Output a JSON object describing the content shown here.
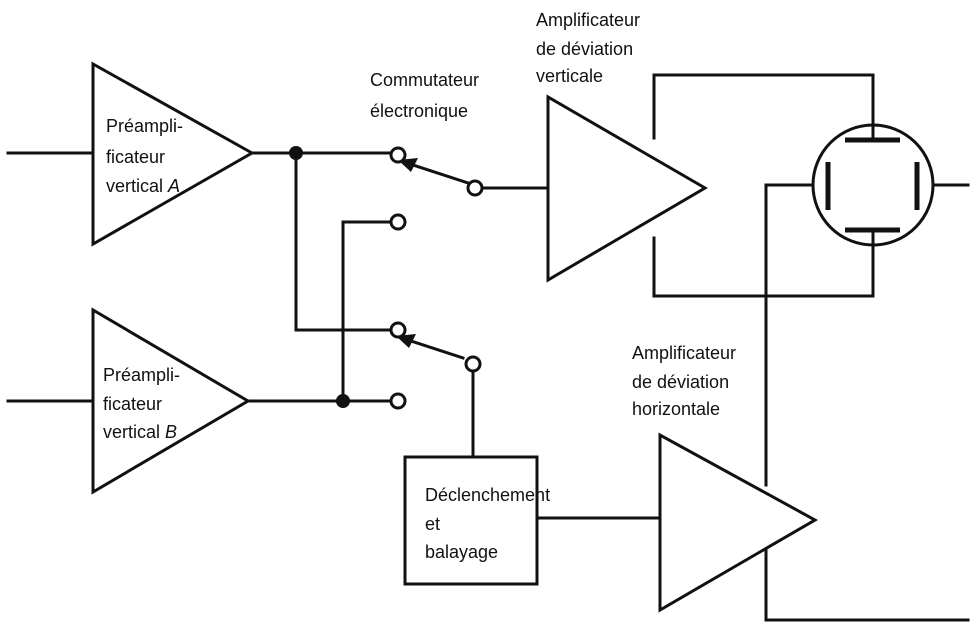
{
  "labels": {
    "preamp_a": [
      "Préampli-",
      "ficateur",
      "vertical "
    ],
    "preamp_a_letter": "A",
    "preamp_b": [
      "Préampli-",
      "ficateur",
      "vertical "
    ],
    "preamp_b_letter": "B",
    "switch": [
      "Commutateur",
      "électronique"
    ],
    "vert_amp": [
      "Amplificateur",
      "de déviation",
      "verticale"
    ],
    "horiz_amp": [
      "Amplificateur",
      "de déviation",
      "horizontale"
    ],
    "trigger": [
      "Déclenchement",
      "et",
      "balayage"
    ]
  }
}
